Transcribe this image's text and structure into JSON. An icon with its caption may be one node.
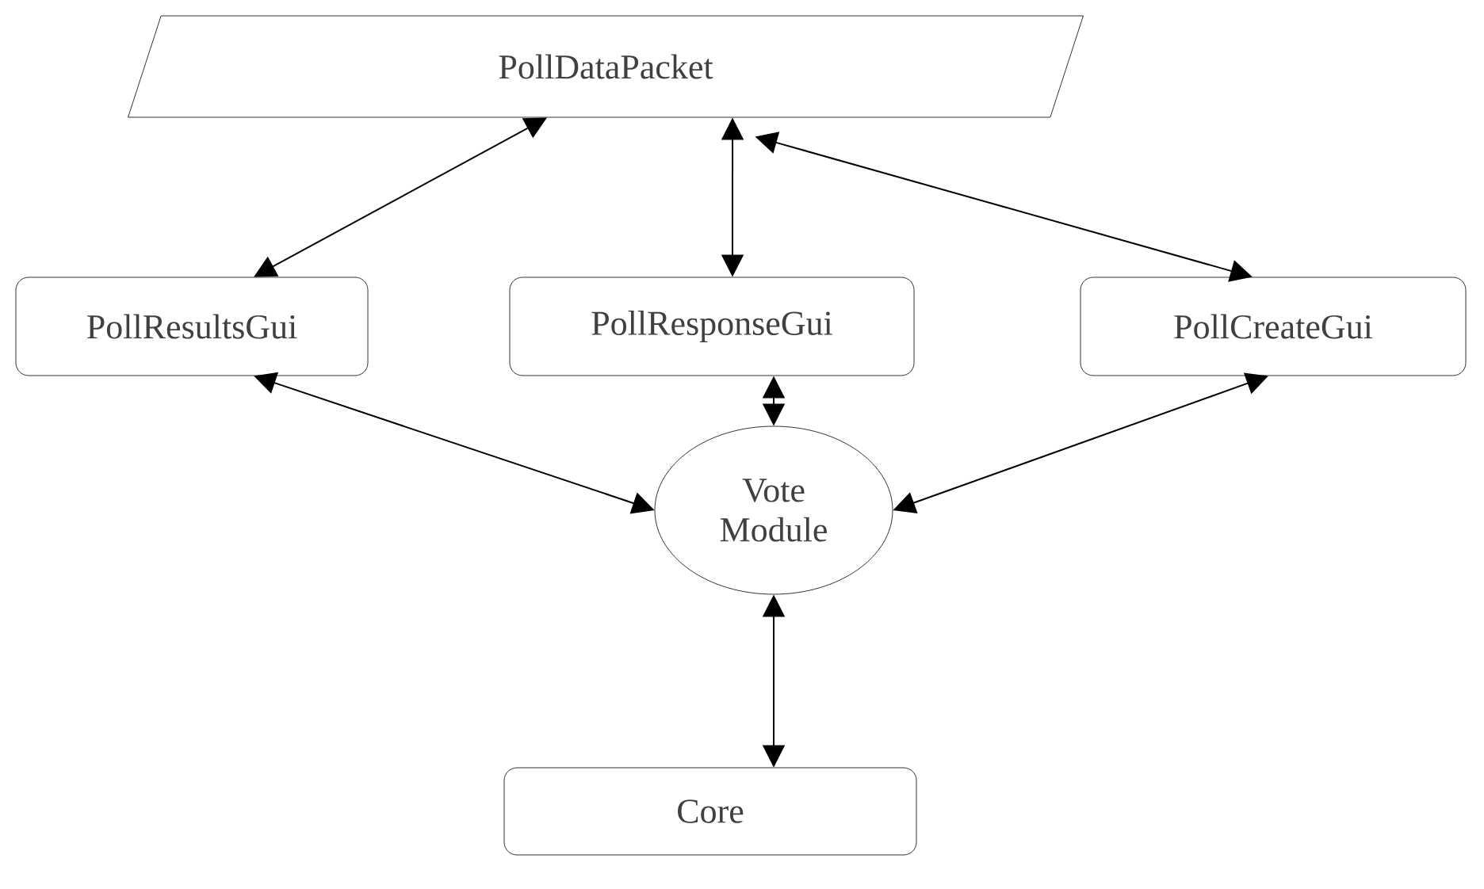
{
  "diagram": {
    "nodes": [
      {
        "text": [
          "PollDataPacket"
        ]
      },
      {
        "text": [
          "PollResultsGui"
        ]
      },
      {
        "text": [
          "PollResponseGui"
        ]
      },
      {
        "text": [
          "PollCreateGui"
        ]
      },
      {
        "text": [
          "Vote Module"
        ]
      },
      {
        "text": [
          "Core"
        ]
      }
    ],
    "edges": [
      {
        "from": 0,
        "to": 1,
        "arrow": "both"
      },
      {
        "from": 0,
        "to": 2,
        "arrow": "both"
      },
      {
        "from": 0,
        "to": 3,
        "arrow": "both"
      },
      {
        "from": 1,
        "to": 4,
        "arrow": "both"
      },
      {
        "from": 2,
        "to": 4,
        "arrow": "both"
      },
      {
        "from": 3,
        "to": 4,
        "arrow": "both"
      },
      {
        "from": 4,
        "to": 5,
        "arrow": "both"
      }
    ]
  }
}
